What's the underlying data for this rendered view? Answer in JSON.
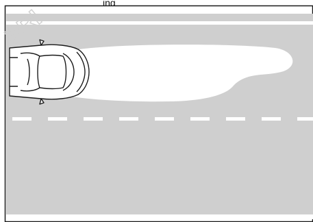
{
  "figure": {
    "caption_fragment": "ing",
    "watermark_text": "PRI",
    "colors": {
      "road": "#cfcfcf",
      "road_edge": "#ffffff",
      "lane_marking": "#ffffff",
      "headlight_beam": "#ffffff",
      "car_body": "#ffffff",
      "car_outline": "#1a1a1a",
      "frame": "#1a1a1a",
      "watermark": "#cfcfcf"
    },
    "icons": {
      "vehicle": "car-top-view-icon",
      "beam": "low-beam-headlight-pattern"
    }
  }
}
